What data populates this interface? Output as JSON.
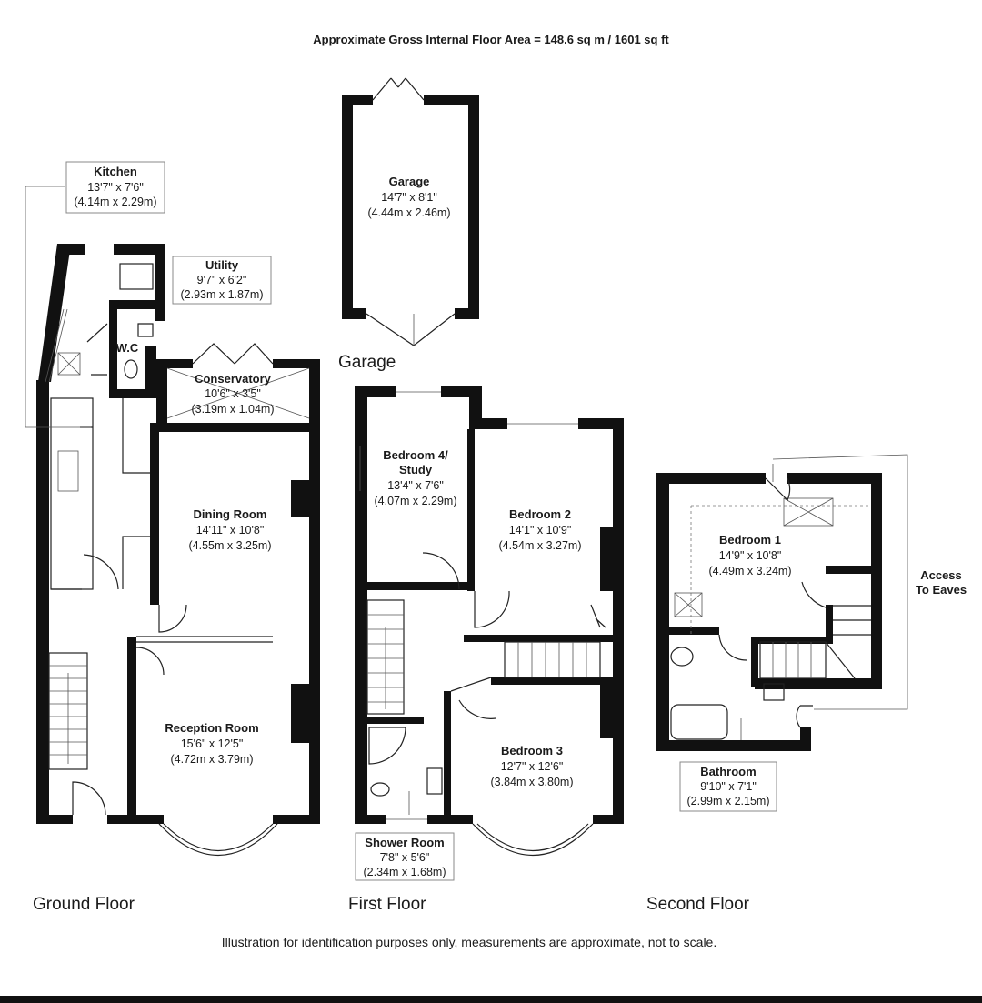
{
  "header": {
    "area": "Approximate Gross Internal Floor Area = 148.6 sq m / 1601 sq ft"
  },
  "floors": {
    "ground": "Ground Floor",
    "first": "First Floor",
    "second": "Second Floor",
    "garage": "Garage"
  },
  "rooms": {
    "kitchen": {
      "name": "Kitchen",
      "imperial": "13'7\" x 7'6\"",
      "metric": "(4.14m x 2.29m)"
    },
    "utility": {
      "name": "Utility",
      "imperial": "9'7\" x 6'2\"",
      "metric": "(2.93m x 1.87m)"
    },
    "wc": {
      "name": "W.C"
    },
    "conservatory": {
      "name": "Conservatory",
      "imperial": "10'6\" x 3'5\"",
      "metric": "(3.19m x 1.04m)"
    },
    "dining": {
      "name": "Dining Room",
      "imperial": "14'11\" x 10'8\"",
      "metric": "(4.55m x 3.25m)"
    },
    "reception": {
      "name": "Reception Room",
      "imperial": "15'6\" x 12'5\"",
      "metric": "(4.72m x 3.79m)"
    },
    "garage": {
      "name": "Garage",
      "imperial": "14'7\" x 8'1\"",
      "metric": "(4.44m x 2.46m)"
    },
    "bedroom4": {
      "name_line1": "Bedroom 4/",
      "name_line2": "Study",
      "imperial": "13'4\" x 7'6\"",
      "metric": "(4.07m x 2.29m)"
    },
    "bedroom2": {
      "name": "Bedroom 2",
      "imperial": "14'1\" x 10'9\"",
      "metric": "(4.54m x 3.27m)"
    },
    "bedroom3": {
      "name": "Bedroom 3",
      "imperial": "12'7\" x 12'6\"",
      "metric": "(3.84m x 3.80m)"
    },
    "shower": {
      "name": "Shower Room",
      "imperial": "7'8\" x 5'6\"",
      "metric": "(2.34m x 1.68m)"
    },
    "bedroom1": {
      "name": "Bedroom 1",
      "imperial": "14'9\" x 10'8\"",
      "metric": "(4.49m x 3.24m)"
    },
    "bathroom": {
      "name": "Bathroom",
      "imperial": "9'10\" x 7'1\"",
      "metric": "(2.99m x 2.15m)"
    },
    "eaves": {
      "line1": "Access",
      "line2": "To Eaves"
    }
  },
  "footer": {
    "disclaimer": "Illustration for identification purposes only, measurements are approximate, not to scale."
  }
}
